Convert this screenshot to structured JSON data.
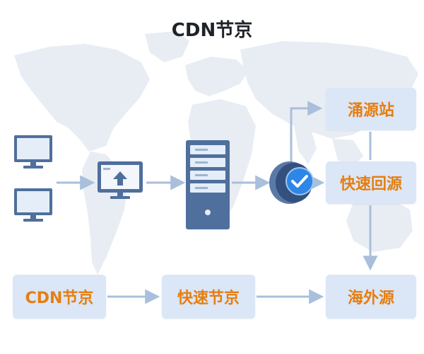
{
  "title": "CDN节京",
  "boxes": {
    "origin_station": "涌源站",
    "fast_back_to_origin": "快速回源",
    "cdn_node": "CDN节京",
    "fast_node": "快速节京",
    "overseas_source": "海外源"
  },
  "icons": [
    "monitor-icon",
    "monitor-icon",
    "upload-monitor-icon",
    "server-rack-icon",
    "security-check-icon",
    "world-map-background"
  ],
  "colors": {
    "title": "#1f2329",
    "box_fill": "#dbe6f6",
    "box_text": "#e67e10",
    "arrow": "#a9bfdb",
    "device_blue": "#4f6f9d",
    "map": "#e8edf3"
  }
}
